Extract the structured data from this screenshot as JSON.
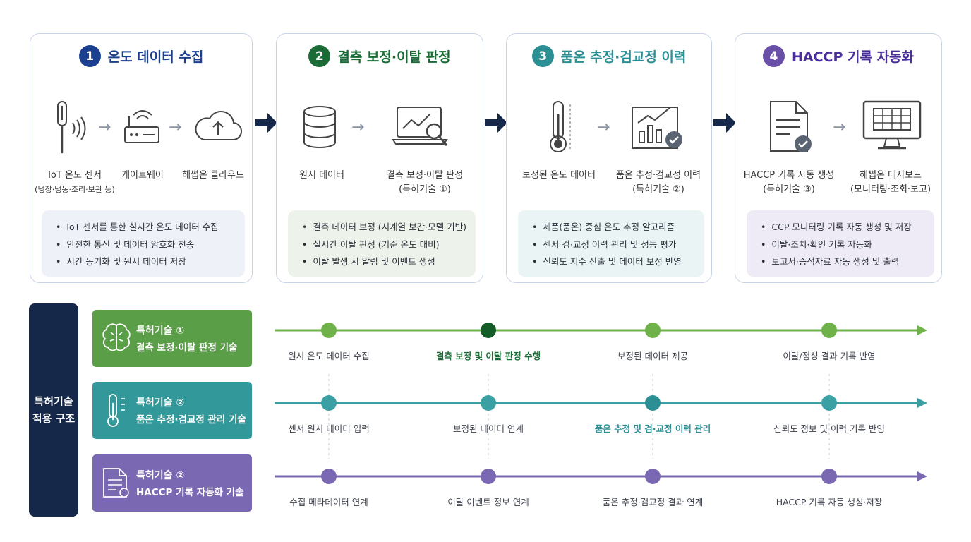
{
  "steps": [
    {
      "num": "1",
      "title": "온도 데이터 수집",
      "color": "#1b3f8f",
      "labels": [
        {
          "text": "IoT 온도 센서",
          "sub": "(냉장·냉동·조리·보관 등)"
        },
        {
          "text": "게이트웨이",
          "sub": ""
        },
        {
          "text": "해썹온 클라우드",
          "sub": ""
        }
      ],
      "bullets": [
        "IoT 센서를 통한 실시간 온도 데이터 수집",
        "안전한 통신 및 데이터 암호화 전송",
        "시간 동기화 및 원시 데이터 저장"
      ]
    },
    {
      "num": "2",
      "title": "결측 보정·이탈 판정",
      "color": "#1a6b35",
      "labels": [
        {
          "text": "원시 데이터",
          "sub": ""
        },
        {
          "text": "결측 보정·이탈 판정",
          "sub": "(특허기술 ①)"
        }
      ],
      "bullets": [
        "결측 데이터 보정 (시계열 보간·모델 기반)",
        "실시간 이탈 판정 (기준 온도 대비)",
        "이탈 발생 시 알림 및 이벤트 생성"
      ]
    },
    {
      "num": "3",
      "title": "품온 추정·검교정 이력",
      "color": "#2b8f94",
      "labels": [
        {
          "text": "보정된 온도 데이터",
          "sub": ""
        },
        {
          "text": "품온 추정·검교정 이력",
          "sub": "(특허기술 ②)"
        }
      ],
      "bullets": [
        "제품(품온) 중심 온도 추정 알고리즘",
        "센서 검·교정 이력 관리 및 성능 평가",
        "신뢰도 지수 산출 및 데이터 보정 반영"
      ]
    },
    {
      "num": "4",
      "title": "HACCP 기록 자동화",
      "color": "#6a4fa8",
      "labels": [
        {
          "text": "HACCP 기록 자동 생성",
          "sub": "(특허기술 ③)"
        },
        {
          "text": "해썹온 대시보드",
          "sub": "(모니터링·조회·보고)"
        }
      ],
      "bullets": [
        "CCP 모니터링 기록 자동 생성 및 저장",
        "이탈·조치·확인 기록 자동화",
        "보고서·증적자료 자동 생성 및 출력"
      ]
    }
  ],
  "side_label": [
    "특허기술",
    "적용 구조"
  ],
  "patents": [
    {
      "line1": "특허기술 ①",
      "line2": "결측 보정·이탈 판정 기술",
      "icon": "brain-icon",
      "color": "#5a9e48",
      "line_color": "#6fb24a",
      "nodes": [
        "원시 온도 데이터 수집",
        "결측 보정 및 이탈 판정 수행",
        "보정된 데이터 제공",
        "이탈/정성 결과 기록 반영"
      ],
      "highlight": 1,
      "highlight_color": "#1a6b35"
    },
    {
      "line1": "특허기술 ②",
      "line2": "품온 추정·검교정 관리 기술",
      "icon": "thermometer-icon",
      "color": "#33989a",
      "line_color": "#3aa0a3",
      "nodes": [
        "센서 원시 데이터 입력",
        "보정된 데이터 연계",
        "품온 추정 및 검·교정 이력 관리",
        "신뢰도 정보 및 이력 기록 반영"
      ],
      "highlight": 2,
      "highlight_color": "#2b8f94"
    },
    {
      "line1": "특허기술 ②",
      "line2": "HACCP 기록 자동화 기술",
      "icon": "document-icon",
      "color": "#7b68b3",
      "line_color": "#7b68b3",
      "nodes": [
        "수집 메타데이터 연계",
        "이탈 이벤트 정보 연계",
        "품온 추정·검교정 결과 연계",
        "HACCP 기록 자동 생성·저장"
      ],
      "highlight": -1,
      "highlight_color": ""
    }
  ]
}
